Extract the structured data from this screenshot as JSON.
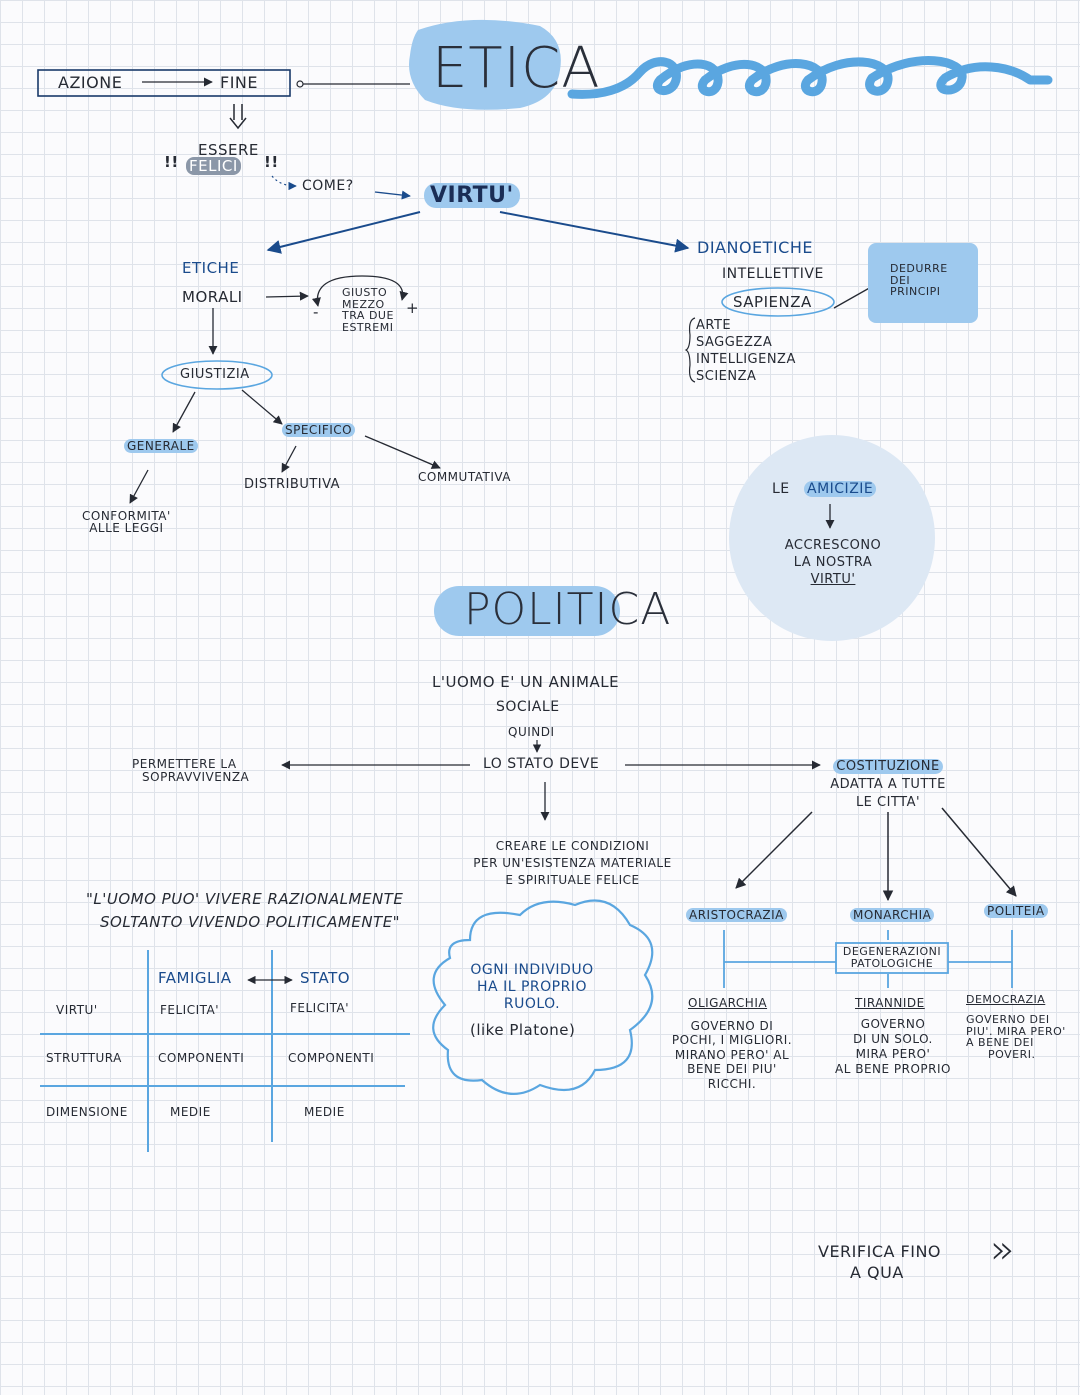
{
  "etica": {
    "title": "ETICA",
    "azione": "AZIONE",
    "fine": "FINE",
    "essere": "ESSERE",
    "felici": "FELICI",
    "mark_left": "!!",
    "mark_right": "!!",
    "come": "COME?",
    "virtu": "VIRTU'",
    "etiche": {
      "title": "ETICHE",
      "morali": "MORALI",
      "giusto_mezzo": [
        "GIUSTO",
        "MEZZO",
        "TRA DUE",
        "ESTREMI"
      ],
      "minus": "-",
      "plus": "+",
      "giustizia": "GIUSTIZIA",
      "generale": "GENERALE",
      "specifico": "SPECIFICO",
      "conformita": [
        "CONFORMITA'",
        "ALLE LEGGI"
      ],
      "distributiva": "DISTRIBUTIVA",
      "commutativa": "COMMUTATIVA"
    },
    "dianoetiche": {
      "title": "DIANOETICHE",
      "intellettive": "INTELLETTIVE",
      "sapienza": "SAPIENZA",
      "dedurre": [
        "DEDURRE",
        "DEI",
        "PRINCIPI"
      ],
      "list": [
        "ARTE",
        "SAGGEZZA",
        "INTELLIGENZA",
        "SCIENZA"
      ]
    },
    "amicizie": {
      "le": "LE",
      "amicizie": "AMICIZIE",
      "line1": "ACCRESCONO",
      "line2": "LA NOSTRA",
      "line3": "VIRTU'"
    }
  },
  "politica": {
    "title": "POLITICA",
    "uomo_line1": "L'UOMO E' UN ANIMALE",
    "uomo_line2": "SOCIALE",
    "quindi": "QUINDI",
    "stato_deve": "LO STATO DEVE",
    "sopravvivenza": [
      "PERMETTERE LA",
      "SOPRAVVIVENZA"
    ],
    "condizioni": [
      "CREARE LE CONDIZIONI",
      "PER UN'ESISTENZA MATERIALE",
      "E SPIRITUALE FELICE"
    ],
    "quote": [
      "\"L'UOMO PUO' VIVERE RAZIONALMENTE",
      "SOLTANTO VIVENDO POLITICAMENTE\""
    ],
    "cloud": [
      "OGNI INDIVIDUO",
      "HA IL PROPRIO",
      "RUOLO."
    ],
    "cloud_note": "(like Platone)",
    "costituzione": [
      "COSTITUZIONE",
      "ADATTA A TUTTE",
      "LE CITTA'"
    ],
    "forms": {
      "aristocrazia": "ARISTOCRAZIA",
      "monarchia": "MONARCHIA",
      "politeia": "POLITEIA",
      "degenerazioni": [
        "DEGENERAZIONI",
        "PATOLOGICHE"
      ],
      "oligarchia": "OLIGARCHIA",
      "oligarchia_desc": [
        "GOVERNO DI",
        "POCHI, I MIGLIORI.",
        "MIRANO PERO' AL",
        "BENE DEI PIU'",
        "RICCHI."
      ],
      "tirannide": "TIRANNIDE",
      "tirannide_desc": [
        "GOVERNO",
        "DI UN SOLO.",
        "MIRA PERO'",
        "AL BENE PROPRIO"
      ],
      "democrazia": "DEMOCRAZIA",
      "democrazia_desc": [
        "GOVERNO DEI",
        "PIU'. MIRA PERO'",
        "A BENE DEI",
        "POVERI."
      ]
    },
    "table": {
      "col_famiglia": "FAMIGLIA",
      "col_stato": "STATO",
      "rows": [
        {
          "label": "VIRTU'",
          "famiglia": "FELICITA'",
          "stato": "FELICITA'"
        },
        {
          "label": "STRUTTURA",
          "famiglia": "COMPONENTI",
          "stato": "COMPONENTI"
        },
        {
          "label": "DIMENSIONE",
          "famiglia": "MEDIE",
          "stato": "MEDIE"
        }
      ]
    }
  },
  "footer": {
    "verifica_line1": "VERIFICA FINO",
    "verifica_line2": "A QUA",
    "arrows": "»"
  },
  "colors": {
    "accent": "#9ec9ee",
    "accent_dark": "#1a4b8c",
    "line_blue": "#5aa6e0",
    "gray_highlight": "#8b97a8",
    "circle": "#dde8f4"
  }
}
